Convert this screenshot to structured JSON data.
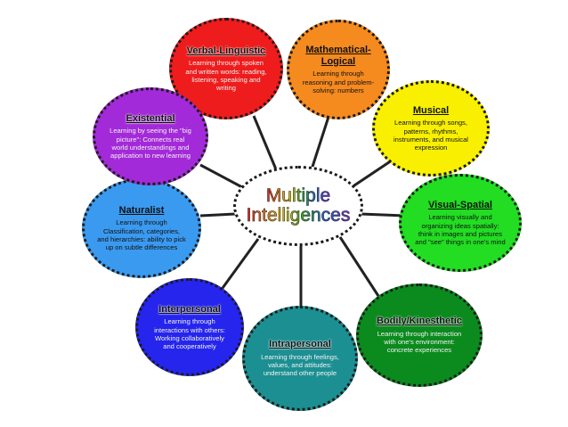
{
  "center": {
    "line1": "Multiple",
    "line2": "Intelligences"
  },
  "nodes": {
    "verbal": {
      "title": "Verbal-Linguistic",
      "desc": "Learning through spoken and written words: reading, listening, speaking and writing",
      "color": "#ee1c1c"
    },
    "math": {
      "title": "Mathematical-Logical",
      "desc": "Learning through reasoning and problem-solving: numbers",
      "color": "#f58a1f"
    },
    "musical": {
      "title": "Musical",
      "desc": "Learning through songs, patterns, rhythms, instruments, and musical expression",
      "color": "#f8f000"
    },
    "visual": {
      "title": "Visual-Spatial",
      "desc": "Learning visually and organizing ideas spatially: think in images and pictures and \"see\" things in one's mind",
      "color": "#22dd22"
    },
    "bodily": {
      "title": "Bodily/Kinesthetic",
      "desc": "Learning through interaction with one's environment: concrete experiences",
      "color": "#0b8a1e"
    },
    "intrapersonal": {
      "title": "Intrapersonal",
      "desc": "Learning through feelings, values, and attitudes: understand other people",
      "color": "#1c8f92"
    },
    "interpersonal": {
      "title": "Interpersonal",
      "desc": "Learning through interactions with others: Working collaboratively and cooperatively",
      "color": "#2525ee"
    },
    "naturalist": {
      "title": "Naturalist",
      "desc": "Learning through Classification, categories, and hierarchies: ability to pick up on subtle differences",
      "color": "#3a9af0"
    },
    "existential": {
      "title": "Existential",
      "desc": "Learning by seeing the \"big picture\": Connects real world understandings and application to new learning",
      "color": "#a32ad8"
    }
  }
}
